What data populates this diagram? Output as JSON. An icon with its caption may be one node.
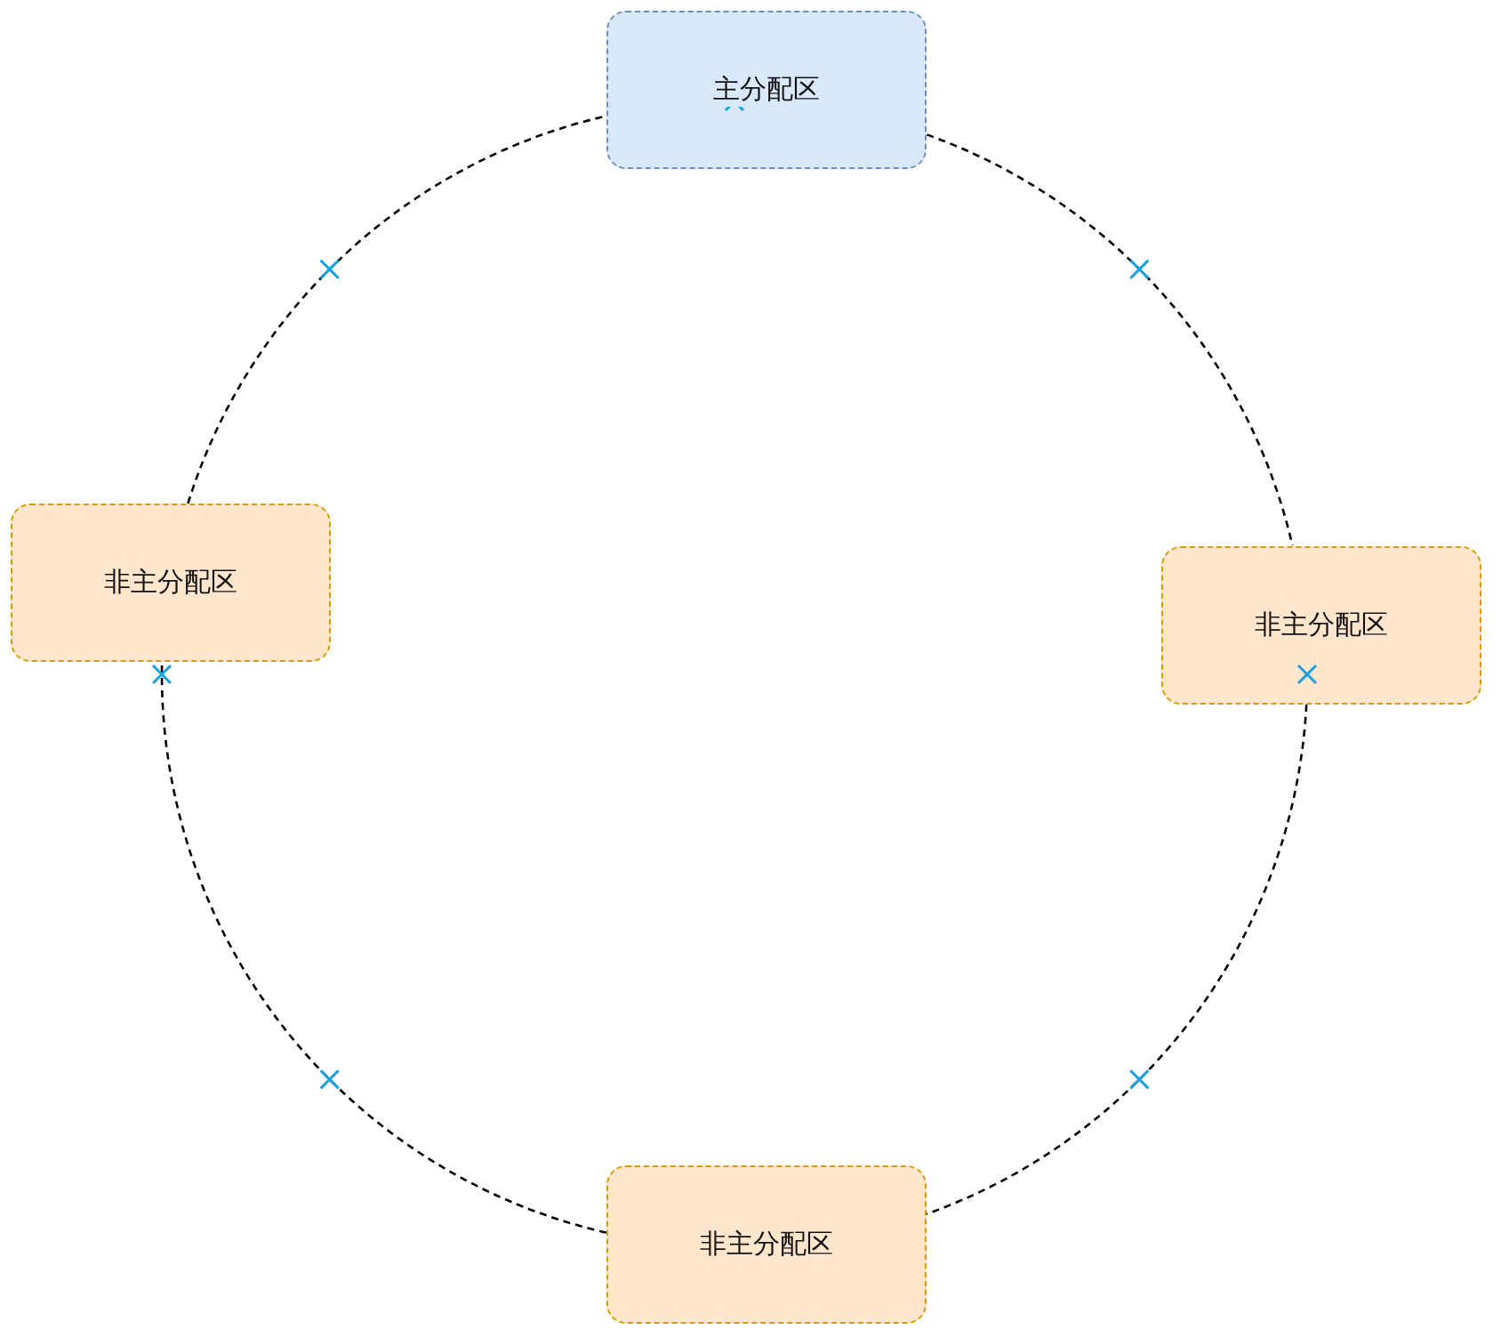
{
  "diagram": {
    "nodes": [
      {
        "text": [
          "主分配区"
        ]
      },
      {
        "text": [
          "非主分配区"
        ]
      },
      {
        "text": [
          "非主分配区"
        ]
      },
      {
        "text": [
          "非主分配区"
        ]
      }
    ],
    "edges": [
      {
        "from": 0,
        "to": 1,
        "arrow": "none"
      },
      {
        "from": 1,
        "to": 2,
        "arrow": "none"
      },
      {
        "from": 2,
        "to": 3,
        "arrow": "none"
      },
      {
        "from": 3,
        "to": 0,
        "arrow": "none"
      }
    ]
  }
}
